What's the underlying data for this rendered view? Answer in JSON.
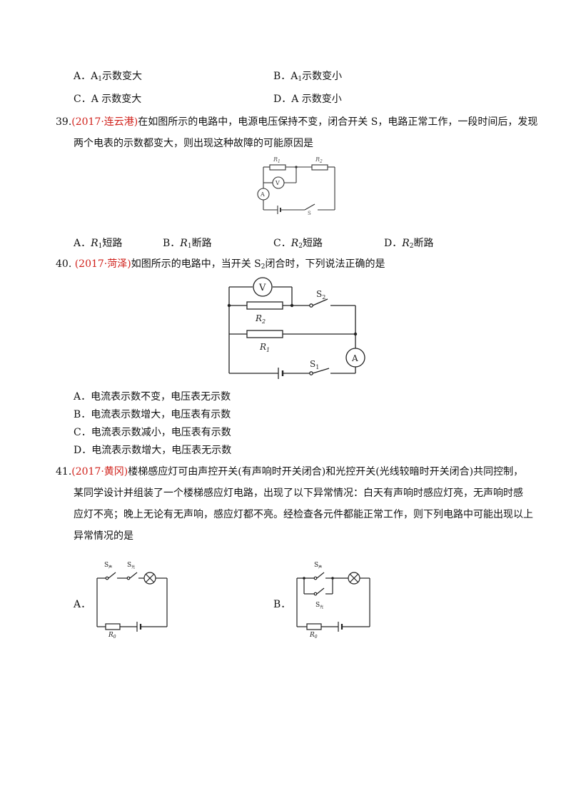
{
  "q38_options": {
    "A_prefix": "A．A",
    "A_sub": "1",
    "A_suffix": "示数变大",
    "B_prefix": "B．A",
    "B_sub": "1",
    "B_suffix": "示数变小",
    "C": "C．A 示数变大",
    "D": "D．A 示数变小"
  },
  "q39": {
    "number": "39.",
    "source": "(2017·连云港)",
    "line1": "在如图所示的电路中，电源电压保持不变，闭合开关 S，电路正常工作，一段时间后，发现",
    "line2": "两个电表的示数都变大，则出现这种故障的可能原因是",
    "figure": {
      "r1": "R",
      "r1_sub": "1",
      "r2": "R",
      "r2_sub": "2",
      "voltmeter": "V",
      "ammeter": "A",
      "switch": "S"
    },
    "options": [
      {
        "letter": "A．",
        "var": "R",
        "sub": "1",
        "text": "短路"
      },
      {
        "letter": "B．",
        "var": "R",
        "sub": "1",
        "text": "断路"
      },
      {
        "letter": "C．",
        "var": "R",
        "sub": "2",
        "text": "短路"
      },
      {
        "letter": "D．",
        "var": "R",
        "sub": "2",
        "text": "断路"
      }
    ]
  },
  "q40": {
    "number": "40.",
    "source": "(2017·菏泽)",
    "stem_a": "如图所示的电路中，当开关 S",
    "stem_sub": "2",
    "stem_b": "闭合时，下列说法正确的是",
    "figure": {
      "voltmeter": "V",
      "ammeter": "A",
      "s2": "S",
      "s2_sub": "2",
      "s1": "S",
      "s1_sub": "1",
      "r2": "R",
      "r2_sub": "2",
      "r1": "R",
      "r1_sub": "1"
    },
    "options": {
      "A": "A．电流表示数不变，电压表无示数",
      "B": "B．电流表示数增大，电压表有示数",
      "C": "C．电流表示数减小，电压表有示数",
      "D": "D．电流表示数增大，电压表无示数"
    }
  },
  "q41": {
    "number": "41.",
    "source": "(2017·黄冈)",
    "line1": "楼梯感应灯可由声控开关(有声响时开关闭合)和光控开关(光线较暗时开关闭合)共同控制，",
    "line2": "某同学设计并组装了一个楼梯感应灯电路，出现了以下异常情况：白天有声响时感应灯亮，无声响时感",
    "line3": "应灯不亮；晚上无论有无声响，感应灯都不亮。经检查各元件都能正常工作，则下列电路中可能出现以上",
    "line4": "异常情况的是",
    "option_A": "A．",
    "option_B": "B．",
    "figA": {
      "s_sound": "S",
      "s_sound_sub": "声",
      "s_light": "S",
      "s_light_sub": "光",
      "r0": "R",
      "r0_sub": "0"
    },
    "figB": {
      "s_sound": "S",
      "s_sound_sub": "声",
      "s_light": "S",
      "s_light_sub": "光",
      "r0": "R",
      "r0_sub": "0"
    }
  }
}
